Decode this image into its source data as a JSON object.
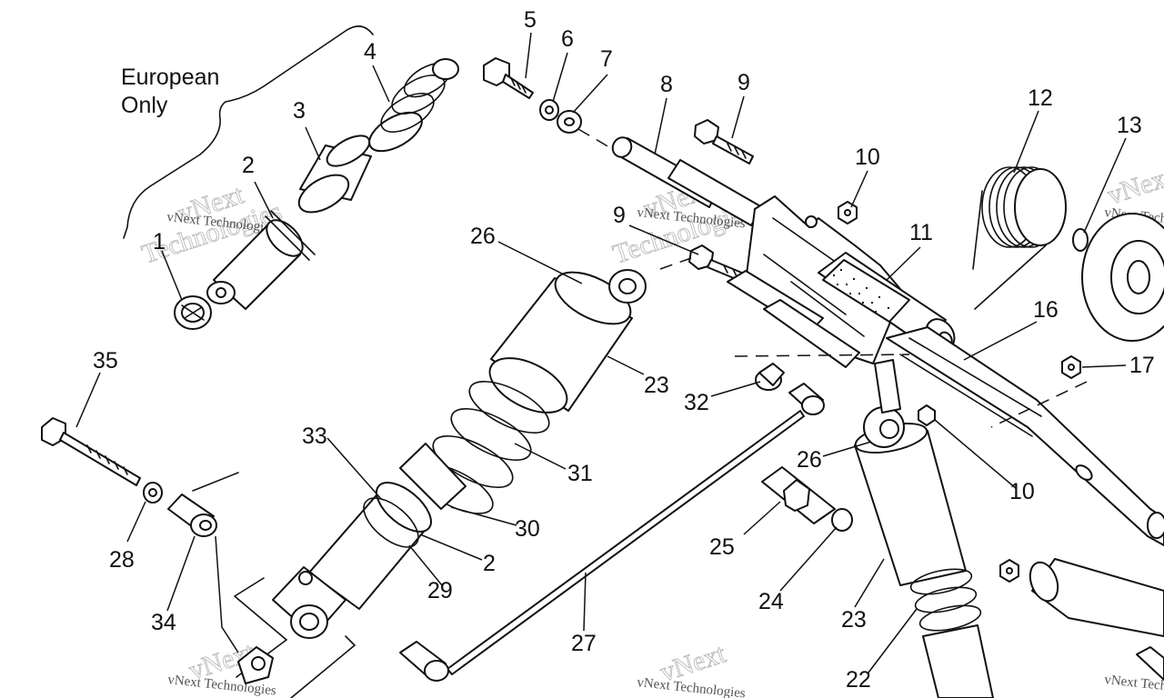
{
  "note": {
    "line1": "European",
    "line2": "Only"
  },
  "callouts": {
    "c1": "1",
    "c2a": "2",
    "c2b": "2",
    "c3": "3",
    "c4": "4",
    "c5": "5",
    "c6": "6",
    "c7": "7",
    "c8": "8",
    "c9a": "9",
    "c9b": "9",
    "c10a": "10",
    "c10b": "10",
    "c11": "11",
    "c12": "12",
    "c13": "13",
    "c16": "16",
    "c17": "17",
    "c22": "22",
    "c23a": "23",
    "c23b": "23",
    "c24": "24",
    "c25": "25",
    "c26a": "26",
    "c26b": "26",
    "c27": "27",
    "c28": "28",
    "c29": "29",
    "c30": "30",
    "c31": "31",
    "c32": "32",
    "c33": "33",
    "c34": "34",
    "c35": "35"
  },
  "watermark": {
    "brand": "vNext",
    "word": "Technologies",
    "full": "vNext Technologies"
  }
}
